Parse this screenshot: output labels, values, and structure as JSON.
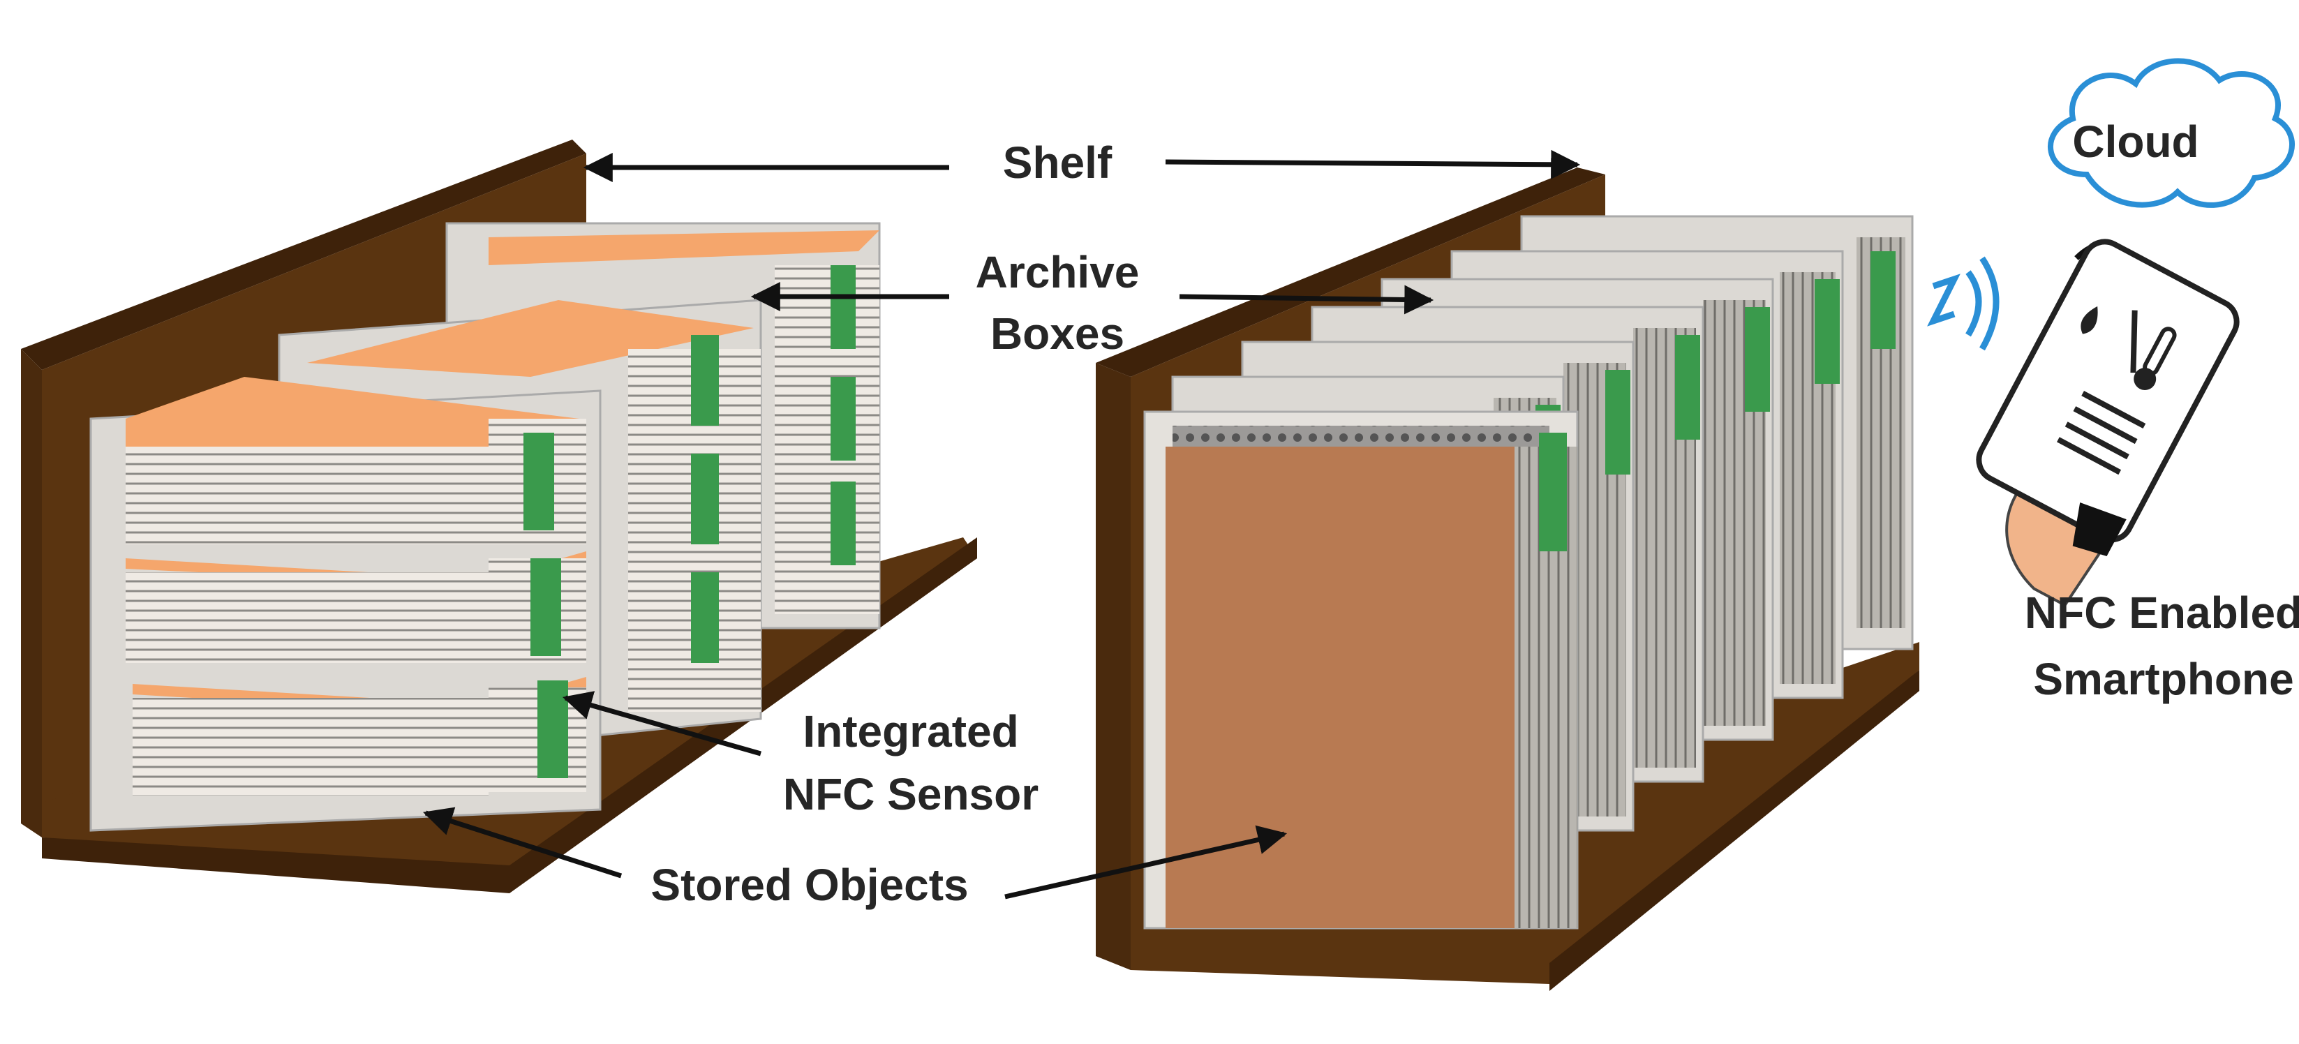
{
  "labels": {
    "shelf": "Shelf",
    "archive_boxes_line1": "Archive",
    "archive_boxes_line2": "Boxes",
    "nfc_sensor_line1": "Integrated",
    "nfc_sensor_line2": "NFC Sensor",
    "stored_objects": "Stored Objects",
    "cloud": "Cloud",
    "smartphone_line1": "NFC Enabled",
    "smartphone_line2": "Smartphone"
  },
  "colors": {
    "shelf_wood": "#5a3410",
    "shelf_wood_dark": "#3e220a",
    "box_lid": "#f5a66c",
    "box_glass": "#d9d6d0",
    "nfc_tag": "#3a9a4c",
    "stored_object": "#b87a52",
    "cloud_stroke": "#2a8fd6",
    "hand": "#f1b48a",
    "arrow": "#111111"
  },
  "icons": {
    "cloud": "cloud-icon",
    "wifi": "wifi-icon",
    "nfc_waves": "nfc-waves-icon",
    "smartphone": "smartphone-icon"
  }
}
